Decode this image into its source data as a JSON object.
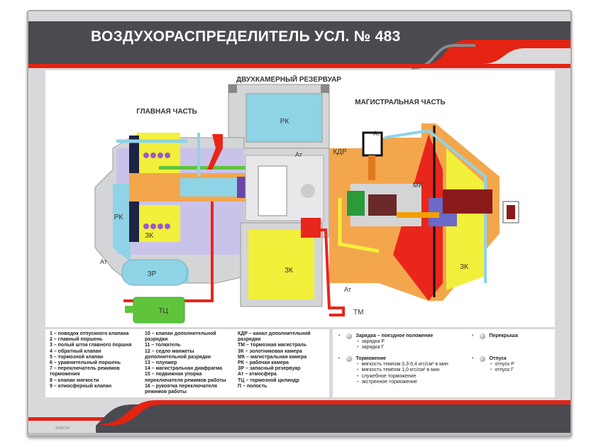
{
  "poster": {
    "title": "ВОЗДУХОРАСПРЕДЕЛИТЕЛЬ УСЛ. № 483",
    "publisher_logo": "SIMKOM"
  },
  "diagram": {
    "labels": {
      "reservoir": "ДВУХКАМЕРНЫЙ РЕЗЕРВУАР",
      "main_part": "ГЛАВНАЯ ЧАСТЬ",
      "trunk_part": "МАГИСТРАЛЬНАЯ ЧАСТЬ",
      "rk_top": "РК",
      "rk_left": "РК",
      "zk_left": "ЗК",
      "zk_center": "ЗК",
      "zk_right": "ЗК",
      "mk": "МК",
      "zr": "ЗР",
      "tc": "ТЦ",
      "tm": "ТМ",
      "kdr": "КДР",
      "at_left": "Ат",
      "at_center": "Ат",
      "at_top": "Ат",
      "at_bottom": "Ат"
    },
    "colors": {
      "lavender": "#c9c3ea",
      "cyan": "#8fd3e6",
      "yellow": "#f2f03a",
      "orange": "#f4a64c",
      "red": "#e8261b",
      "navy": "#1d2345",
      "gray": "#cfd0d2",
      "green": "#5fc43a"
    }
  },
  "legend": {
    "col1": [
      "1 – поводок отпускного клапана",
      "2 – главный поршень",
      "3 – полый шток главного поршня",
      "4 – обратный клапан",
      "5 – тормозной клапан",
      "6 – уравнительный поршень",
      "7 – переключатель режимов",
      "торможения",
      "8 – клапан мягкости",
      "9 – атмосферный клапан"
    ],
    "col2": [
      "10 – клапан дополнительной",
      "разрядки",
      "11 – толкатель",
      "12 – седло манжеты",
      "дополнительной разрядки",
      "13 – плунжер",
      "14 – магистральная диафрагма",
      "15 – подвижная упорка",
      "переключателя режимов работы",
      "16 – рукоятка переключателя",
      "режимов работы"
    ],
    "col3": [
      "КДР – канал дополнительной",
      "разрядки",
      "ТМ – тормозная магистраль",
      "ЗК – золотниковая камера",
      "МК – магистральная камера",
      "РК – рабочая камера",
      "ЗР – запасный резервуар",
      "Ат – атмосфера",
      "ТЦ – тормозной цилиндр",
      "П – полость"
    ]
  },
  "modes": {
    "charging": {
      "label": "Зарядка – поездное положение",
      "items": [
        "зарядка Р",
        "зарядка Г"
      ]
    },
    "braking": {
      "label": "Торможение",
      "items": [
        "мягкость темпом 0,3-0,4 кгс/см² в мин",
        "мягкость темпом 1,0 кгс/см² в мин",
        "служебное торможение",
        "экстренное торможение"
      ]
    },
    "lap": {
      "label": "Перекрыша",
      "items": []
    },
    "release": {
      "label": "Отпуск",
      "items": [
        "отпуск Р",
        "отпуск Г"
      ]
    }
  }
}
